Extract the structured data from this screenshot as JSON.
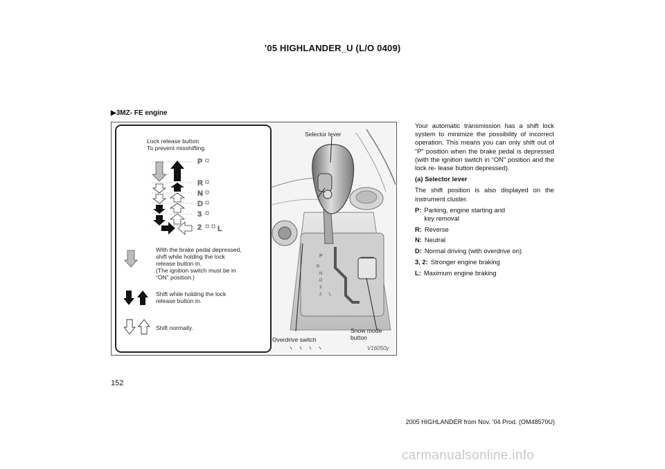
{
  "header": {
    "title": "’05 HIGHLANDER_U (L/O 0409)"
  },
  "section": {
    "marker": "▶",
    "title": "3MZ- FE engine"
  },
  "figure": {
    "lock_release": "Lock release button",
    "prevent": "To prevent misshifting",
    "selector_lever": "Selector lever",
    "legend_brake": "With the brake pedal depressed,\nshift while holding the lock\nrelease button in.\n(The ignition switch must be in\n“ON” position.)",
    "legend_lock": "Shift while holding the lock\nrelease button in.",
    "legend_normal": "Shift normally.",
    "overdrive": "Overdrive switch",
    "snow_mode": "Snow mode\nbutton",
    "code": "V16050y",
    "gate_positions": [
      "P",
      "R",
      "N",
      "D",
      "3",
      "2",
      "L"
    ]
  },
  "body": {
    "intro": "Your automatic transmission has a shift lock system to minimize the possibility of incorrect operation. This means you can only shift out of “P” position when the brake pedal is depressed (with the ignition switch in “ON” position and the lock re- lease button depressed).",
    "subhead": "(a)  Selector  lever",
    "cluster": "The shift position is also displayed on the instrument  cluster.",
    "positions": [
      {
        "key": "P:",
        "desc": "Parking, engine starting and\nkey  removal"
      },
      {
        "key": "R:",
        "desc": "Reverse"
      },
      {
        "key": "N:",
        "desc": "Neutral"
      },
      {
        "key": "D:",
        "desc": "Normal driving (with overdrive on)"
      },
      {
        "key": "3, 2:",
        "desc": "Stronger engine braking"
      },
      {
        "key": "L:",
        "desc": "Maximum engine braking"
      }
    ]
  },
  "page": {
    "number": "152"
  },
  "footer": {
    "text": "2005 HIGHLANDER from Nov. ’04 Prod. (OM48570U)"
  },
  "watermark": {
    "text": "carmanualsonline.info"
  }
}
